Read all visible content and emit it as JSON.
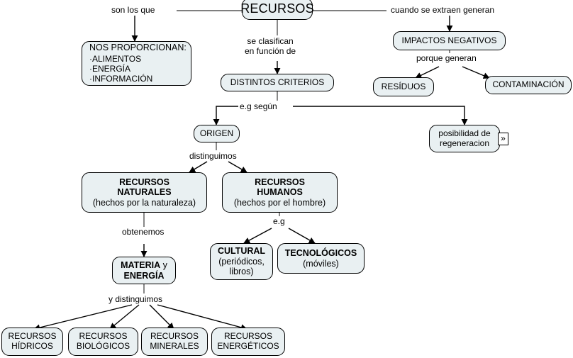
{
  "diagram": {
    "title": "RECURSOS",
    "type": "concept-map",
    "language": "es",
    "colors": {
      "node_fill": "#e9f0f2",
      "node_border": "#000000",
      "edge": "#000000",
      "background": "#ffffff"
    }
  },
  "nodes": {
    "recursos": {
      "label": "RECURSOS"
    },
    "nos_proporcionan": {
      "heading": "NOS PROPORCIONAN:",
      "items": [
        "·ALIMENTOS",
        "·ENERGÍA",
        "·INFORMACIÓN"
      ]
    },
    "distintos_criterios": {
      "label": "DISTINTOS CRITERIOS"
    },
    "impactos_negativos": {
      "label": "IMPACTOS NEGATIVOS"
    },
    "residuos": {
      "label": "RESÍDUOS"
    },
    "contaminacion": {
      "label": "CONTAMINACIÓN"
    },
    "regeneracion": {
      "line1": "posibilidad de",
      "line2": "regeneracion",
      "marker": "»"
    },
    "origen": {
      "label": "ORIGEN"
    },
    "recursos_naturales": {
      "line1": "RECURSOS",
      "line2": "NATURALES",
      "line3": "(hechos por la naturaleza)"
    },
    "recursos_humanos": {
      "line1": "RECURSOS",
      "line2": "HUMANOS",
      "line3": "(hechos por el hombre)"
    },
    "cultural": {
      "line1": "CULTURAL",
      "line2": "(periódicos,",
      "line3": "libros)"
    },
    "tecnologicos": {
      "line1": "TECNOLÓGICOS",
      "line2": "(móviles)"
    },
    "materia_energia": {
      "bold1": "MATERIA",
      "conj": "y",
      "bold2": "ENERGÍA"
    },
    "recursos_hidricos": {
      "line1": "RECURSOS",
      "line2": "HÍDRICOS"
    },
    "recursos_biologicos": {
      "line1": "RECURSOS",
      "line2": "BIOLÓGICOS"
    },
    "recursos_minerales": {
      "line1": "RECURSOS",
      "line2": "MINERALES"
    },
    "recursos_energeticos": {
      "line1": "RECURSOS",
      "line2": "ENERGÉTICOS"
    }
  },
  "edge_labels": {
    "son_los_que": "son los que",
    "se_clasifican_1": "se clasifican",
    "se_clasifican_2": "en función de",
    "cuando_se_extraen": "cuando se extraen generan",
    "porque_generan": "porque generan",
    "eg_segun": "e.g según",
    "distinguimos": "distinguimos",
    "eg": "e.g",
    "obtenemos": "obtenemos",
    "y_distinguimos": "y distinguimos"
  },
  "chart_data": {
    "type": "table",
    "title": "RECURSOS — mapa conceptual",
    "relations": [
      {
        "from": "RECURSOS",
        "label": "son los que",
        "to": "NOS PROPORCIONAN: ·ALIMENTOS ·ENERGÍA ·INFORMACIÓN"
      },
      {
        "from": "RECURSOS",
        "label": "se clasifican en función de",
        "to": "DISTINTOS CRITERIOS"
      },
      {
        "from": "RECURSOS",
        "label": "cuando se extraen generan",
        "to": "IMPACTOS NEGATIVOS"
      },
      {
        "from": "IMPACTOS NEGATIVOS",
        "label": "porque generan",
        "to": "RESÍDUOS"
      },
      {
        "from": "IMPACTOS NEGATIVOS",
        "label": "porque generan",
        "to": "CONTAMINACIÓN"
      },
      {
        "from": "DISTINTOS CRITERIOS",
        "label": "e.g según",
        "to": "ORIGEN"
      },
      {
        "from": "DISTINTOS CRITERIOS",
        "label": "e.g según",
        "to": "posibilidad de regeneracion"
      },
      {
        "from": "ORIGEN",
        "label": "distinguimos",
        "to": "RECURSOS NATURALES (hechos por la naturaleza)"
      },
      {
        "from": "ORIGEN",
        "label": "distinguimos",
        "to": "RECURSOS HUMANOS (hechos por el hombre)"
      },
      {
        "from": "RECURSOS HUMANOS (hechos por el hombre)",
        "label": "e.g",
        "to": "CULTURAL (periódicos, libros)"
      },
      {
        "from": "RECURSOS HUMANOS (hechos por el hombre)",
        "label": "e.g",
        "to": "TECNOLÓGICOS (móviles)"
      },
      {
        "from": "RECURSOS NATURALES (hechos por la naturaleza)",
        "label": "obtenemos",
        "to": "MATERIA y ENERGÍA"
      },
      {
        "from": "MATERIA y ENERGÍA",
        "label": "y distinguimos",
        "to": "RECURSOS HÍDRICOS"
      },
      {
        "from": "MATERIA y ENERGÍA",
        "label": "y distinguimos",
        "to": "RECURSOS BIOLÓGICOS"
      },
      {
        "from": "MATERIA y ENERGÍA",
        "label": "y distinguimos",
        "to": "RECURSOS MINERALES"
      },
      {
        "from": "MATERIA y ENERGÍA",
        "label": "y distinguimos",
        "to": "RECURSOS ENERGÉTICOS"
      }
    ]
  }
}
